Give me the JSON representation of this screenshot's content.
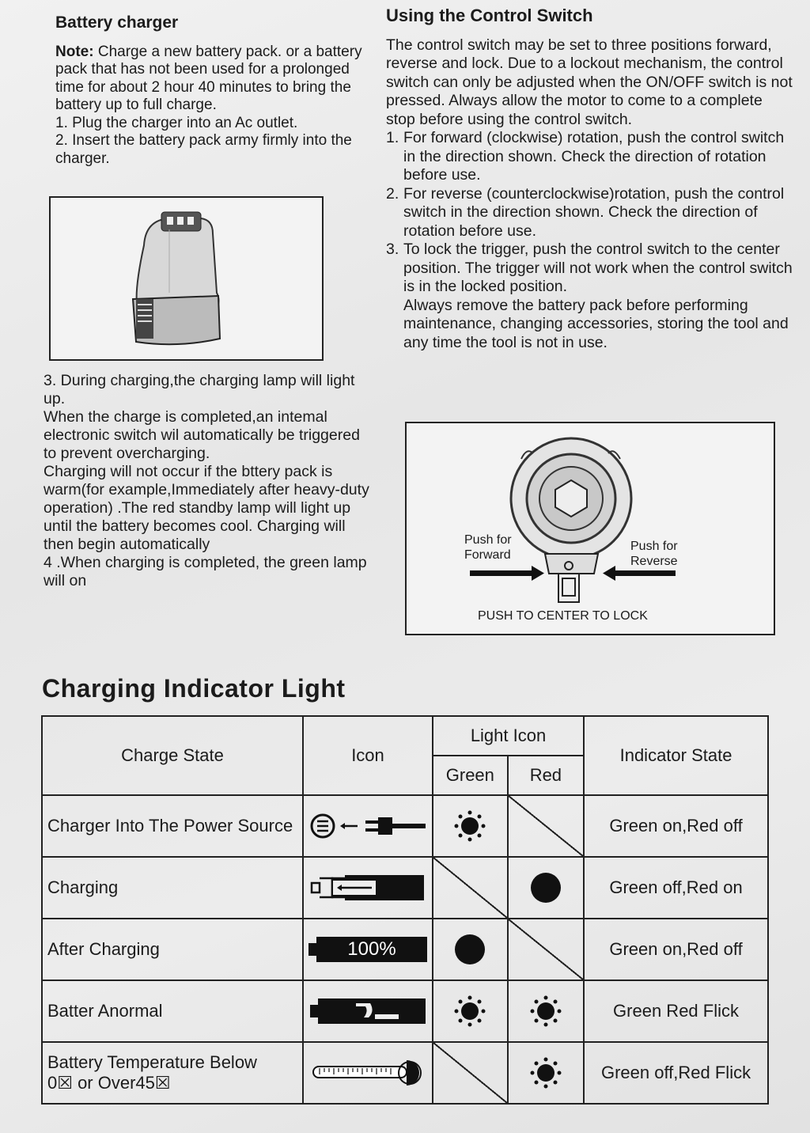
{
  "battery_charger": {
    "title": "Battery charger",
    "note_label": "Note:",
    "note_text": "Charge a new battery pack. or a battery pack that has not been used for a prolonged time for about 2 hour 40 minutes to bring the battery up to full charge.",
    "step1": "1. Plug the charger into an Ac outlet.",
    "step2": "2. Insert the battery pack army firmly into the charger.",
    "step3_a": "3. During charging,the charging lamp will light up.",
    "step3_b": "When the charge is completed,an intemal electronic switch wil automatically be triggered to prevent overcharging.",
    "step3_c": "Charging will not occur if the bttery pack is warm(for example,Immediately after heavy-duty operation) .The red standby lamp will light up until the battery becomes cool. Charging will then begin automatically",
    "step4": "4 .When charging is completed, the green lamp will on"
  },
  "control_switch": {
    "title": "Using the Control Switch",
    "intro": "The control switch may be set to three positions forward, reverse and lock. Due to a lockout mechanism, the control switch can only be adjusted when the ON/OFF switch is not pressed. Always allow the motor to come to a complete stop before using the control switch.",
    "items": [
      {
        "num": "1.",
        "text": "For forward (clockwise) rotation, push the control switch in the direction shown. Check the direction of rotation before use."
      },
      {
        "num": "2.",
        "text": "For reverse (counterclockwise)rotation, push the control switch in the direction shown. Check the direction of rotation before use."
      },
      {
        "num": "3.",
        "text": "To lock the trigger, push the control switch to the center position. The trigger will not work when the control switch is in the locked position."
      }
    ],
    "warning": "Always remove the battery pack before performing maintenance, changing accessories, storing the tool and any time the tool is not in use.",
    "diagram": {
      "forward_label_1": "Push for",
      "forward_label_2": "Forward",
      "reverse_label_1": "Push for",
      "reverse_label_2": "Reverse",
      "lock_label": "PUSH TO CENTER TO LOCK"
    }
  },
  "indicator": {
    "title": "Charging Indicator Light",
    "headers": {
      "charge_state": "Charge State",
      "icon": "Icon",
      "light_icon": "Light Icon",
      "green": "Green",
      "red": "Red",
      "indicator_state": "Indicator State"
    },
    "rows": [
      {
        "state": "Charger Into The Power Source",
        "icon": "plug-icon",
        "green": "flashing",
        "red": "none",
        "indicator": "Green on,Red off"
      },
      {
        "state": "Charging",
        "icon": "charging-battery-icon",
        "green": "none",
        "red": "solid",
        "indicator": "Green off,Red on"
      },
      {
        "state": "After Charging",
        "icon": "full-battery-icon",
        "icon_text": "100%",
        "green": "solid",
        "red": "none",
        "indicator": "Green on,Red off"
      },
      {
        "state": "Batter Anormal",
        "icon": "abnormal-battery-icon",
        "green": "flashing",
        "red": "flashing",
        "indicator": "Green Red Flick"
      },
      {
        "state_line1": "Battery Temperature Below",
        "state_line2": "0☒  or Over45☒",
        "icon": "thermometer-icon",
        "green": "none",
        "red": "flashing",
        "indicator": "Green off,Red Flick"
      }
    ]
  }
}
